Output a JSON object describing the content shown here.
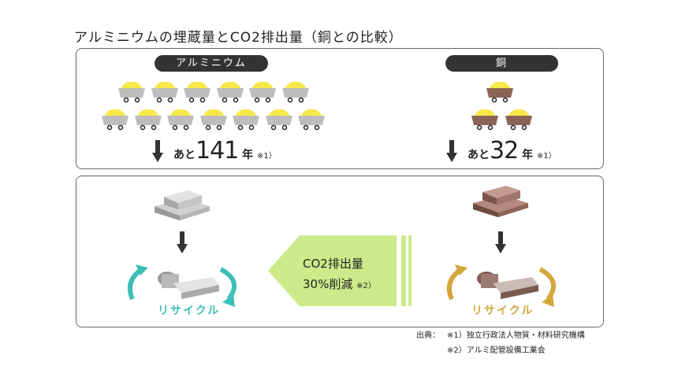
{
  "title": "アルミニウムの埋蔵量とCO2排出量（銅との比較）",
  "aluminum": {
    "label": "アルミニウム",
    "cart_count": 13,
    "remain_prefix": "あと",
    "remain_years": "141",
    "remain_unit": "年",
    "remain_note": "※1）",
    "recycle_label": "リサイクル"
  },
  "copper": {
    "label": "銅",
    "cart_count": 3,
    "remain_prefix": "あと",
    "remain_years": "32",
    "remain_unit": "年",
    "remain_note": "※1）",
    "recycle_label": "リサイクル"
  },
  "co2": {
    "line1": "CO2排出量",
    "line2": "30%削減",
    "note": "※2）"
  },
  "footer": {
    "source_label": "出典：",
    "notes": [
      "※1）独立行政法人物質・材料研究機構",
      "※2）アルミ配管設備工業会"
    ]
  },
  "colors": {
    "aluminum_ore": "#f7e84a",
    "copper_cart": "#8a6557",
    "teal": "#3dbfb8",
    "gold": "#d4a73c",
    "green": "#cdea8a"
  }
}
